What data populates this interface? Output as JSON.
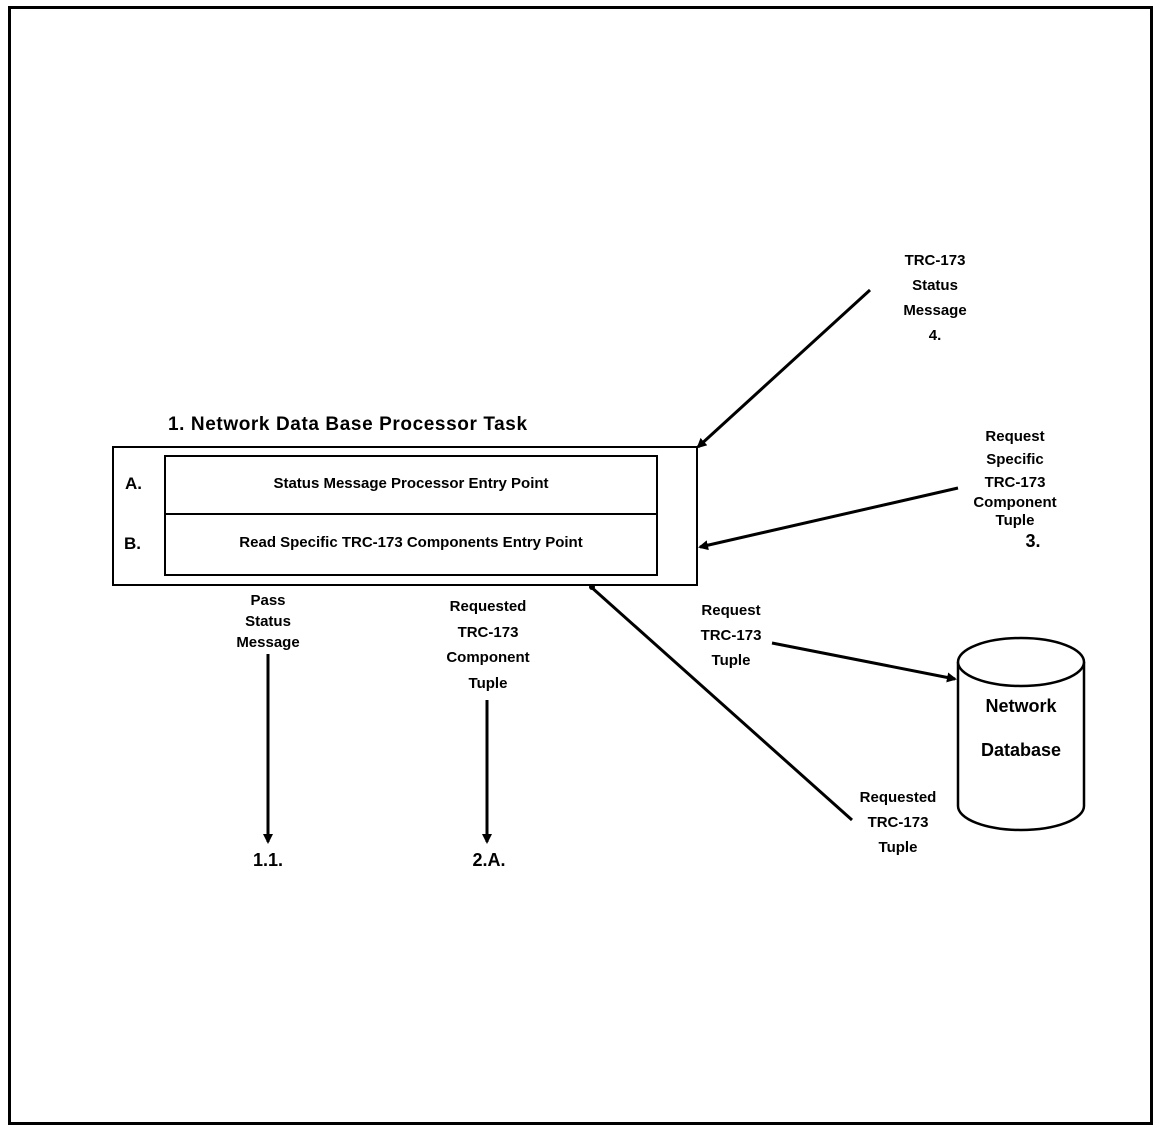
{
  "task": {
    "title": "1.  Network Data Base Processor Task",
    "entry_a_letter": "A.",
    "entry_a_label": "Status Message Processor Entry Point",
    "entry_b_letter": "B.",
    "entry_b_label": "Read Specific TRC-173 Components Entry Point"
  },
  "inputs": {
    "status_message": [
      "TRC-173",
      "Status",
      "Message",
      "4."
    ],
    "request_component": [
      "Request",
      "Specific",
      "TRC-173",
      "Component",
      "Tuple",
      "3."
    ]
  },
  "outputs": {
    "pass_status": [
      "Pass",
      "Status",
      "Message"
    ],
    "requested_component": [
      "Requested",
      "TRC-173",
      "Component",
      "Tuple"
    ],
    "target_1_1": "1.1.",
    "target_2_a": "2.A."
  },
  "database": {
    "name_line1": "Network",
    "name_line2": "Database",
    "request_label": [
      "Request",
      "TRC-173",
      "Tuple"
    ],
    "response_label": [
      "Requested",
      "TRC-173",
      "Tuple"
    ]
  }
}
